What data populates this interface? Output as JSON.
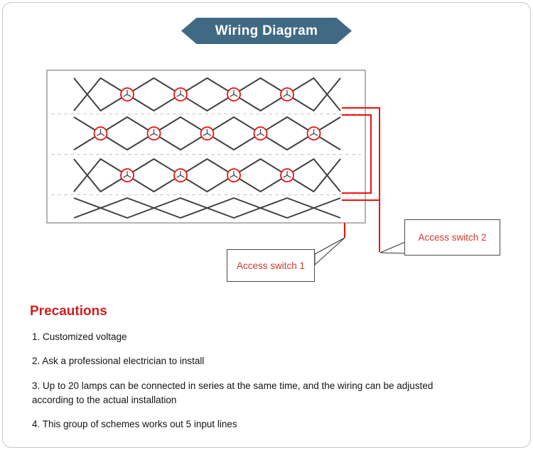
{
  "banner": {
    "title": "Wiring Diagram"
  },
  "colors": {
    "banner_bg": "#406a84",
    "wire_red": "#ee1111",
    "connector_red": "#ee1111",
    "lamp_line": "#3f3f3f",
    "frame_gray": "#9a9a9a",
    "heading_red": "#cf1f1f",
    "callout_text": "#cf3a2e"
  },
  "diagram": {
    "callouts": [
      {
        "label": "Access switch 1"
      },
      {
        "label": "Access switch 2"
      }
    ],
    "lamp_rows": [
      {
        "connectors": 4
      },
      {
        "connectors": 5
      },
      {
        "connectors": 4
      },
      {
        "connectors": 0
      }
    ]
  },
  "precautions": {
    "heading": "Precautions",
    "items": [
      "1. Customized voltage",
      "2. Ask a professional electrician to install",
      "3. Up to 20 lamps can be connected in series at the same time, and the wiring can be adjusted according to the actual installation",
      "4. This group of schemes works out 5 input lines"
    ]
  }
}
